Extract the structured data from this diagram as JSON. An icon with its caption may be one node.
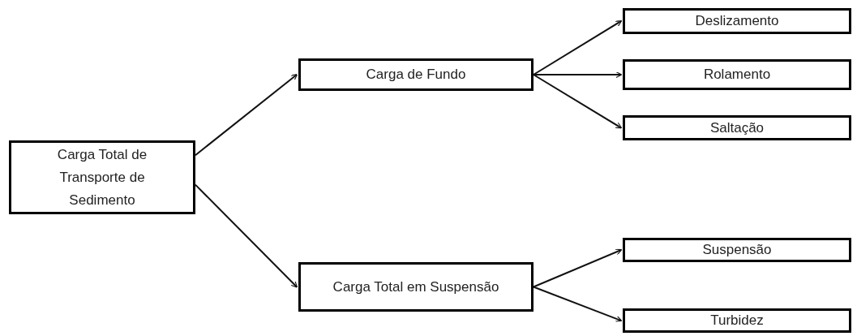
{
  "diagram": {
    "nodes": [
      {
        "text": [
          "Carga Total de Transporte de Sedimento"
        ]
      },
      {
        "text": [
          "Carga de Fundo"
        ]
      },
      {
        "text": [
          "Carga Total em Suspensão"
        ]
      },
      {
        "text": [
          "Deslizamento"
        ]
      },
      {
        "text": [
          "Rolamento"
        ]
      },
      {
        "text": [
          "Saltação"
        ]
      },
      {
        "text": [
          "Suspensão"
        ]
      },
      {
        "text": [
          "Turbidez"
        ]
      }
    ],
    "edges": [
      {
        "from": 0,
        "to": 1,
        "arrow": "to"
      },
      {
        "from": 0,
        "to": 2,
        "arrow": "to"
      },
      {
        "from": 1,
        "to": 3,
        "arrow": "to"
      },
      {
        "from": 1,
        "to": 4,
        "arrow": "to"
      },
      {
        "from": 1,
        "to": 5,
        "arrow": "to"
      },
      {
        "from": 2,
        "to": 6,
        "arrow": "to"
      },
      {
        "from": 2,
        "to": 7,
        "arrow": "to"
      }
    ]
  }
}
